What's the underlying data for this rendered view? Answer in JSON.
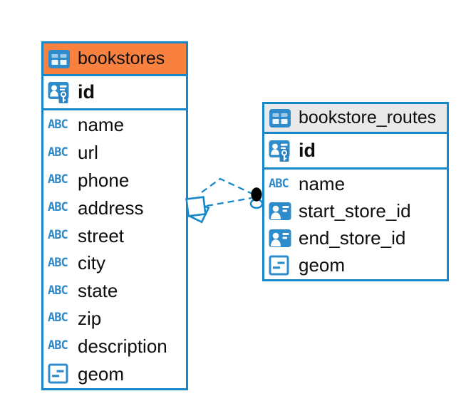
{
  "colors": {
    "accent": "#1688c9",
    "icon_blue": "#2f8ccc",
    "icon_cell_top": "#9fcbe9",
    "icon_cell_bottom": "#eef5fb",
    "key_block": "#2b84c2",
    "header_orange": "#f8813f",
    "header_gray": "#e9e9e9",
    "text": "#0d0d0d",
    "connector_dot": "#000000"
  },
  "icons": {
    "text_type_glyph": "ABC"
  },
  "tables": [
    {
      "name": "bookstores",
      "title": "bookstores",
      "header_style": "orange",
      "primary_key": {
        "label": "id",
        "icon": "primary-key-user-icon"
      },
      "fields": [
        {
          "label": "name",
          "type": "text",
          "icon": "text-type-icon"
        },
        {
          "label": "url",
          "type": "text",
          "icon": "text-type-icon"
        },
        {
          "label": "phone",
          "type": "text",
          "icon": "text-type-icon"
        },
        {
          "label": "address",
          "type": "text",
          "icon": "text-type-icon"
        },
        {
          "label": "street",
          "type": "text",
          "icon": "text-type-icon"
        },
        {
          "label": "city",
          "type": "text",
          "icon": "text-type-icon"
        },
        {
          "label": "state",
          "type": "text",
          "icon": "text-type-icon"
        },
        {
          "label": "zip",
          "type": "text",
          "icon": "text-type-icon"
        },
        {
          "label": "description",
          "type": "text",
          "icon": "text-type-icon"
        },
        {
          "label": "geom",
          "type": "geometry",
          "icon": "geometry-type-icon"
        }
      ]
    },
    {
      "name": "bookstore_routes",
      "title": "bookstore_routes",
      "header_style": "gray",
      "primary_key": {
        "label": "id",
        "icon": "primary-key-user-icon"
      },
      "fields": [
        {
          "label": "name",
          "type": "text",
          "icon": "text-type-icon"
        },
        {
          "label": "start_store_id",
          "type": "reference",
          "icon": "reference-user-icon"
        },
        {
          "label": "end_store_id",
          "type": "reference",
          "icon": "reference-user-icon"
        },
        {
          "label": "geom",
          "type": "geometry",
          "icon": "geometry-type-icon"
        }
      ]
    }
  ],
  "relationship": {
    "from_table": "bookstores",
    "to_table": "bookstore_routes",
    "line_style": "dashed"
  }
}
